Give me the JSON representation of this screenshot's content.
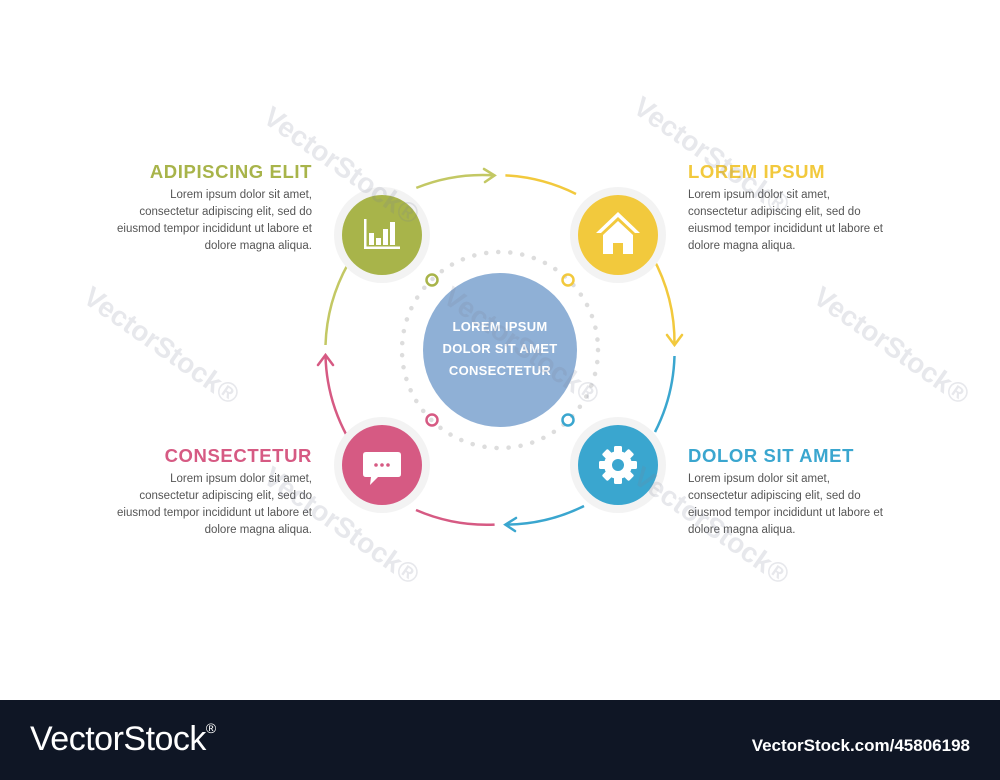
{
  "center": {
    "lines": [
      "LOREM IPSUM",
      "DOLOR SIT AMET",
      "CONSECTETUR"
    ],
    "color": "#8fb0d6"
  },
  "steps": [
    {
      "title": "ADIPISCING ELIT",
      "lines": [
        "Lorem ipsum dolor sit amet,",
        "consectetur adipiscing elit, sed do",
        "eiusmod tempor incididunt ut labore et",
        "dolore magna aliqua."
      ],
      "color": "#a8b44a",
      "icon": "bar-chart-icon"
    },
    {
      "title": "LOREM IPSUM",
      "lines": [
        "Lorem ipsum dolor sit amet,",
        "consectetur adipiscing elit, sed do",
        "eiusmod tempor incididunt ut labore et",
        "dolore magna aliqua."
      ],
      "color": "#f2c93d",
      "icon": "home-icon"
    },
    {
      "title": "DOLOR SIT AMET",
      "lines": [
        "Lorem ipsum dolor sit amet,",
        "consectetur adipiscing elit, sed do",
        "eiusmod tempor incididunt ut labore et",
        "dolore magna aliqua."
      ],
      "color": "#3aa6cf",
      "icon": "gear-icon"
    },
    {
      "title": "CONSECTETUR",
      "lines": [
        "Lorem ipsum dolor sit amet,",
        "consectetur adipiscing elit, sed do",
        "eiusmod tempor incididunt ut labore et",
        "dolore magna aliqua."
      ],
      "color": "#d65a83",
      "icon": "chat-bubble-icon"
    }
  ],
  "footer": {
    "brand": "VectorStock",
    "registered": "®",
    "stock_id": "VectorStock.com/45806198"
  },
  "watermark": "VectorStock®"
}
